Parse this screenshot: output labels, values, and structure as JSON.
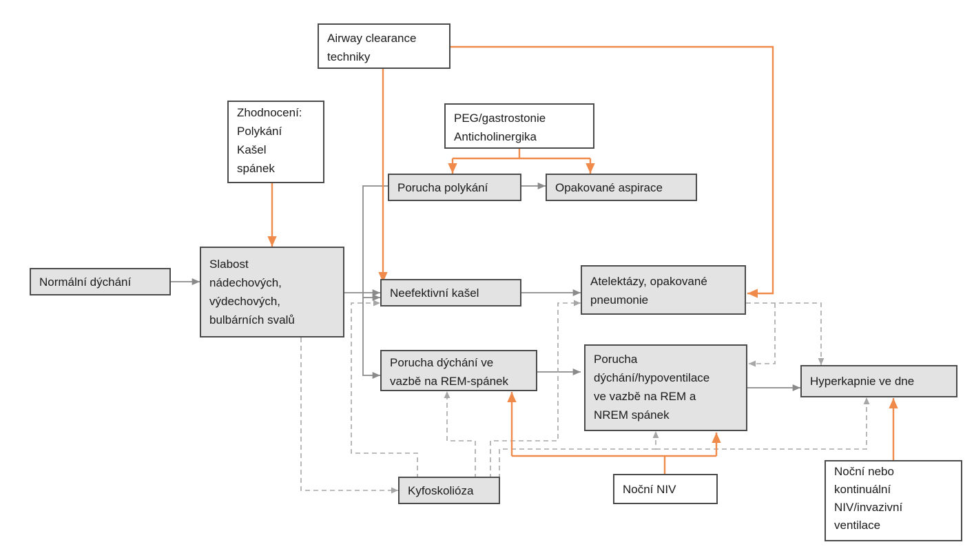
{
  "nodes": {
    "normal": {
      "lines": [
        "Normální dýchání"
      ]
    },
    "weakness": {
      "lines": [
        "Slabost",
        "nádechových,",
        "výdechových,",
        "bulbárních svalů"
      ]
    },
    "airway": {
      "lines": [
        "Airway clearance",
        "techniky"
      ]
    },
    "eval": {
      "lines": [
        "Zhodnocení:",
        "Polykání",
        "Kašel",
        "spánek"
      ]
    },
    "peg": {
      "lines": [
        "PEG/gastrostonie",
        "Anticholinergika"
      ]
    },
    "swallow": {
      "lines": [
        "Porucha polykání"
      ]
    },
    "aspiration": {
      "lines": [
        "Opakované aspirace"
      ]
    },
    "cough": {
      "lines": [
        "Neefektivní kašel"
      ]
    },
    "atelectasis": {
      "lines": [
        "Atelektázy, opakované",
        "pneumonie"
      ]
    },
    "rem": {
      "lines": [
        "Porucha dýchání ve",
        "vazbě na REM-spánek"
      ]
    },
    "nrem": {
      "lines": [
        "Porucha",
        "dýchání/hypoventilace",
        "ve vazbě na REM a",
        "NREM spánek"
      ]
    },
    "hypercapnia": {
      "lines": [
        "Hyperkapnie ve dne"
      ]
    },
    "kypho": {
      "lines": [
        "Kyfoskolióza"
      ]
    },
    "nocniv": {
      "lines": [
        "Noční NIV"
      ]
    },
    "contniv": {
      "lines": [
        "Noční nebo",
        "kontinuální",
        "NIV/invazivní",
        "ventilace"
      ]
    }
  },
  "colors": {
    "orange": "#f08a4b",
    "grey_line": "#8a8a8a",
    "dashed_line": "#a6a6a6",
    "box_fill": "#e3e3e3",
    "box_border": "#4a4a4a"
  }
}
